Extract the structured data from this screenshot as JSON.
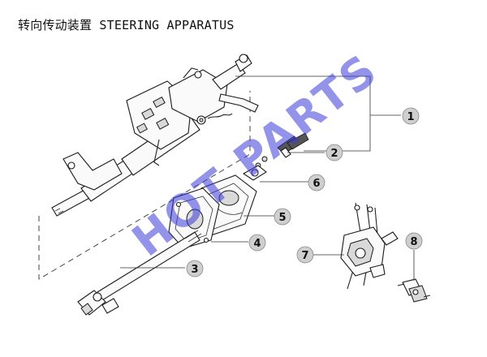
{
  "title": "转向传动装置 STEERING APPARATUS",
  "watermark": "HOT PARTS",
  "callouts": [
    {
      "id": "callout-1",
      "label": "1"
    },
    {
      "id": "callout-2",
      "label": "2"
    },
    {
      "id": "callout-3",
      "label": "3"
    },
    {
      "id": "callout-4",
      "label": "4"
    },
    {
      "id": "callout-5",
      "label": "5"
    },
    {
      "id": "callout-6",
      "label": "6"
    },
    {
      "id": "callout-7",
      "label": "7"
    },
    {
      "id": "callout-8",
      "label": "8"
    }
  ]
}
